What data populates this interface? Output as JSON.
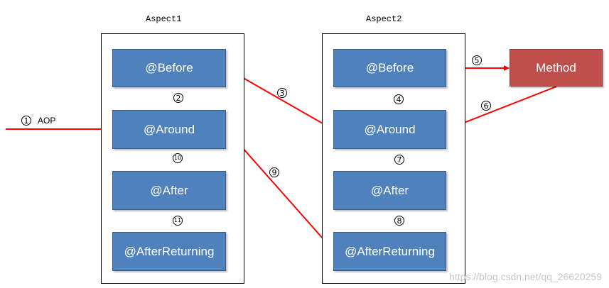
{
  "aspect1": {
    "title": "Aspect1",
    "before": "@Before",
    "around": "@Around",
    "after": "@After",
    "after_returning": "@AfterReturning"
  },
  "aspect2": {
    "title": "Aspect2",
    "before": "@Before",
    "around": "@Around",
    "after": "@After",
    "after_returning": "@AfterReturning"
  },
  "method": "Method",
  "entry_label": "AOP",
  "steps": {
    "s1": "1",
    "s2": "2",
    "s3": "3",
    "s4": "4",
    "s5": "5",
    "s6": "6",
    "s7": "7",
    "s8": "8",
    "s9": "9",
    "s10": "10",
    "s11": "11"
  },
  "watermark": "https://blog.csdn.net/qq_26620259",
  "colors": {
    "node_blue": "#4f81bd",
    "method_red": "#c0504d",
    "arrow_red": "#ff0000"
  }
}
